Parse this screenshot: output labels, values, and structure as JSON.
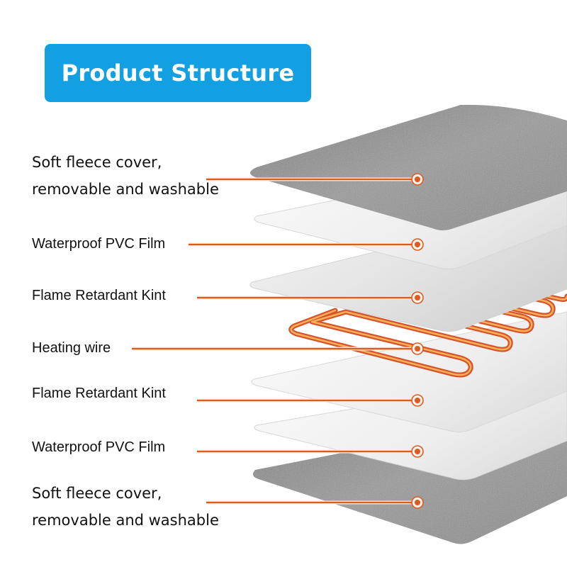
{
  "title": "Product Structure",
  "colors": {
    "title_bg": "#12a0e3",
    "connector": "#e05a1e",
    "wire_outer": "#d9532a",
    "wire_inner": "#f0a84a",
    "fleece": "#8e8e8e",
    "film": "#ececec"
  },
  "layers": [
    {
      "line1": "Soft fleece cover,",
      "line2": "removable and washable",
      "type": "fleece"
    },
    {
      "label": "Waterproof PVC Film",
      "type": "film"
    },
    {
      "label": "Flame Retardant Kint",
      "type": "film"
    },
    {
      "label": "Heating wire",
      "type": "wire"
    },
    {
      "label": "Flame Retardant Kint",
      "type": "film"
    },
    {
      "label": "Waterproof PVC Film",
      "type": "film"
    },
    {
      "line1": "Soft fleece cover,",
      "line2": "removable and washable",
      "type": "fleece"
    }
  ]
}
